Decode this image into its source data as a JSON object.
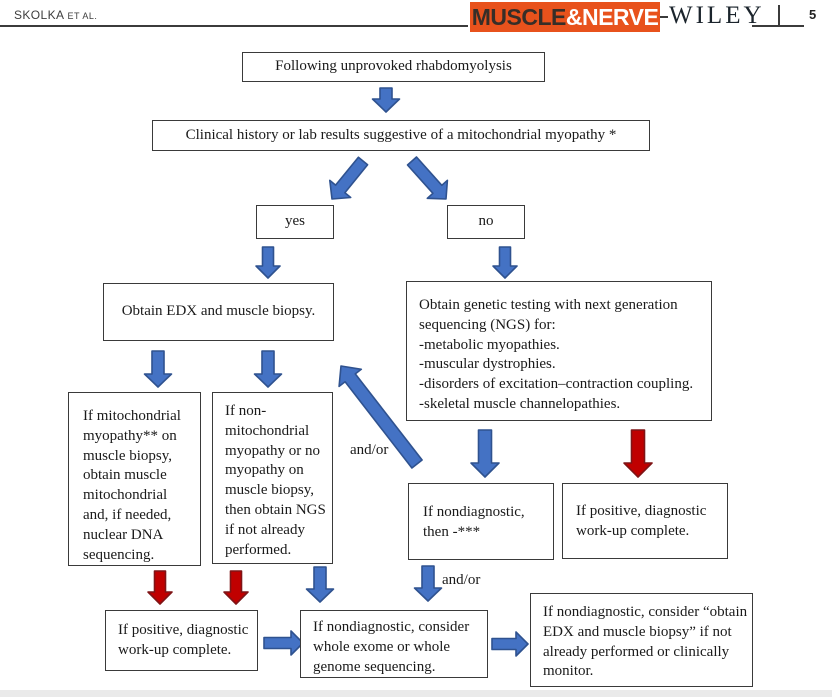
{
  "header": {
    "authors": "SKOLKA",
    "authors_suffix": "ET AL.",
    "journal_name_dark": "MUSCLE",
    "journal_name_light": "&NERVE",
    "publisher": "WILEY",
    "page_number": "5"
  },
  "colors": {
    "brand-orange": "#E8521C",
    "arrow-blue": "#4472C4",
    "arrow-blue-border": "#2F528F",
    "arrow-red": "#C00000",
    "arrow-red-border": "#7F1416",
    "box-border": "#3A3A3A",
    "text": "#1A1A1A"
  },
  "flowchart": {
    "boxes": {
      "start": "Following unprovoked rhabdomyolysis",
      "clinical": "Clinical history or lab results suggestive of a mitochondrial myopathy *",
      "yes": "yes",
      "no": "no",
      "edx": "Obtain EDX and muscle biopsy.",
      "ngs": "Obtain genetic testing with next generation sequencing (NGS) for:\n-metabolic myopathies.\n-muscular dystrophies.\n-disorders of excitation–contraction coupling.\n-skeletal muscle channelopathies.",
      "mito": "If mitochondrial myopathy** on muscle biopsy, obtain muscle mitochondrial and, if needed, nuclear DNA sequencing.",
      "nonmito": "If non-mitochondrial myopathy or no myopathy on muscle biopsy, then obtain NGS if not already performed.",
      "nondiag_then": "If nondiagnostic, then -***",
      "positive_right": "If positive, diagnostic work-up complete.",
      "positive_left": "If positive, diagnostic work-up complete.",
      "wgs": "If nondiagnostic, consider whole exome or whole genome sequencing.",
      "monitor": "If nondiagnostic, consider “obtain EDX and muscle biopsy” if not already performed or clinically monitor."
    },
    "labels": {
      "andor_upper": "and/or",
      "andor_lower": "and/or"
    }
  }
}
